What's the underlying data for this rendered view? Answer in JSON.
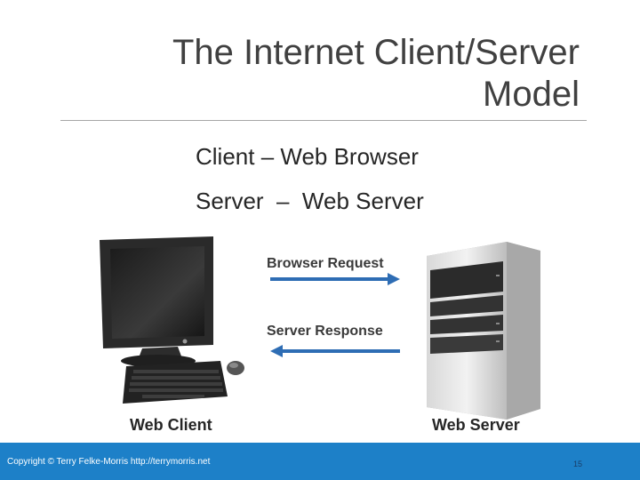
{
  "slide": {
    "title_lines": [
      "The Internet Client/Server",
      "Model"
    ],
    "bullets": [
      "Client – Web Browser",
      "Server  –  Web Server"
    ],
    "diagram": {
      "request_label": "Browser Request",
      "response_label": "Server Response",
      "client_caption": "Web Client",
      "server_caption": "Web Server"
    },
    "footer": {
      "copyright": "Copyright © Terry Felke-Morris http://terrymorris.net",
      "page_number": "15"
    }
  },
  "colors": {
    "footer_bar": "#1d80c8",
    "arrow": "#2e6db4",
    "title_text": "#404040"
  }
}
